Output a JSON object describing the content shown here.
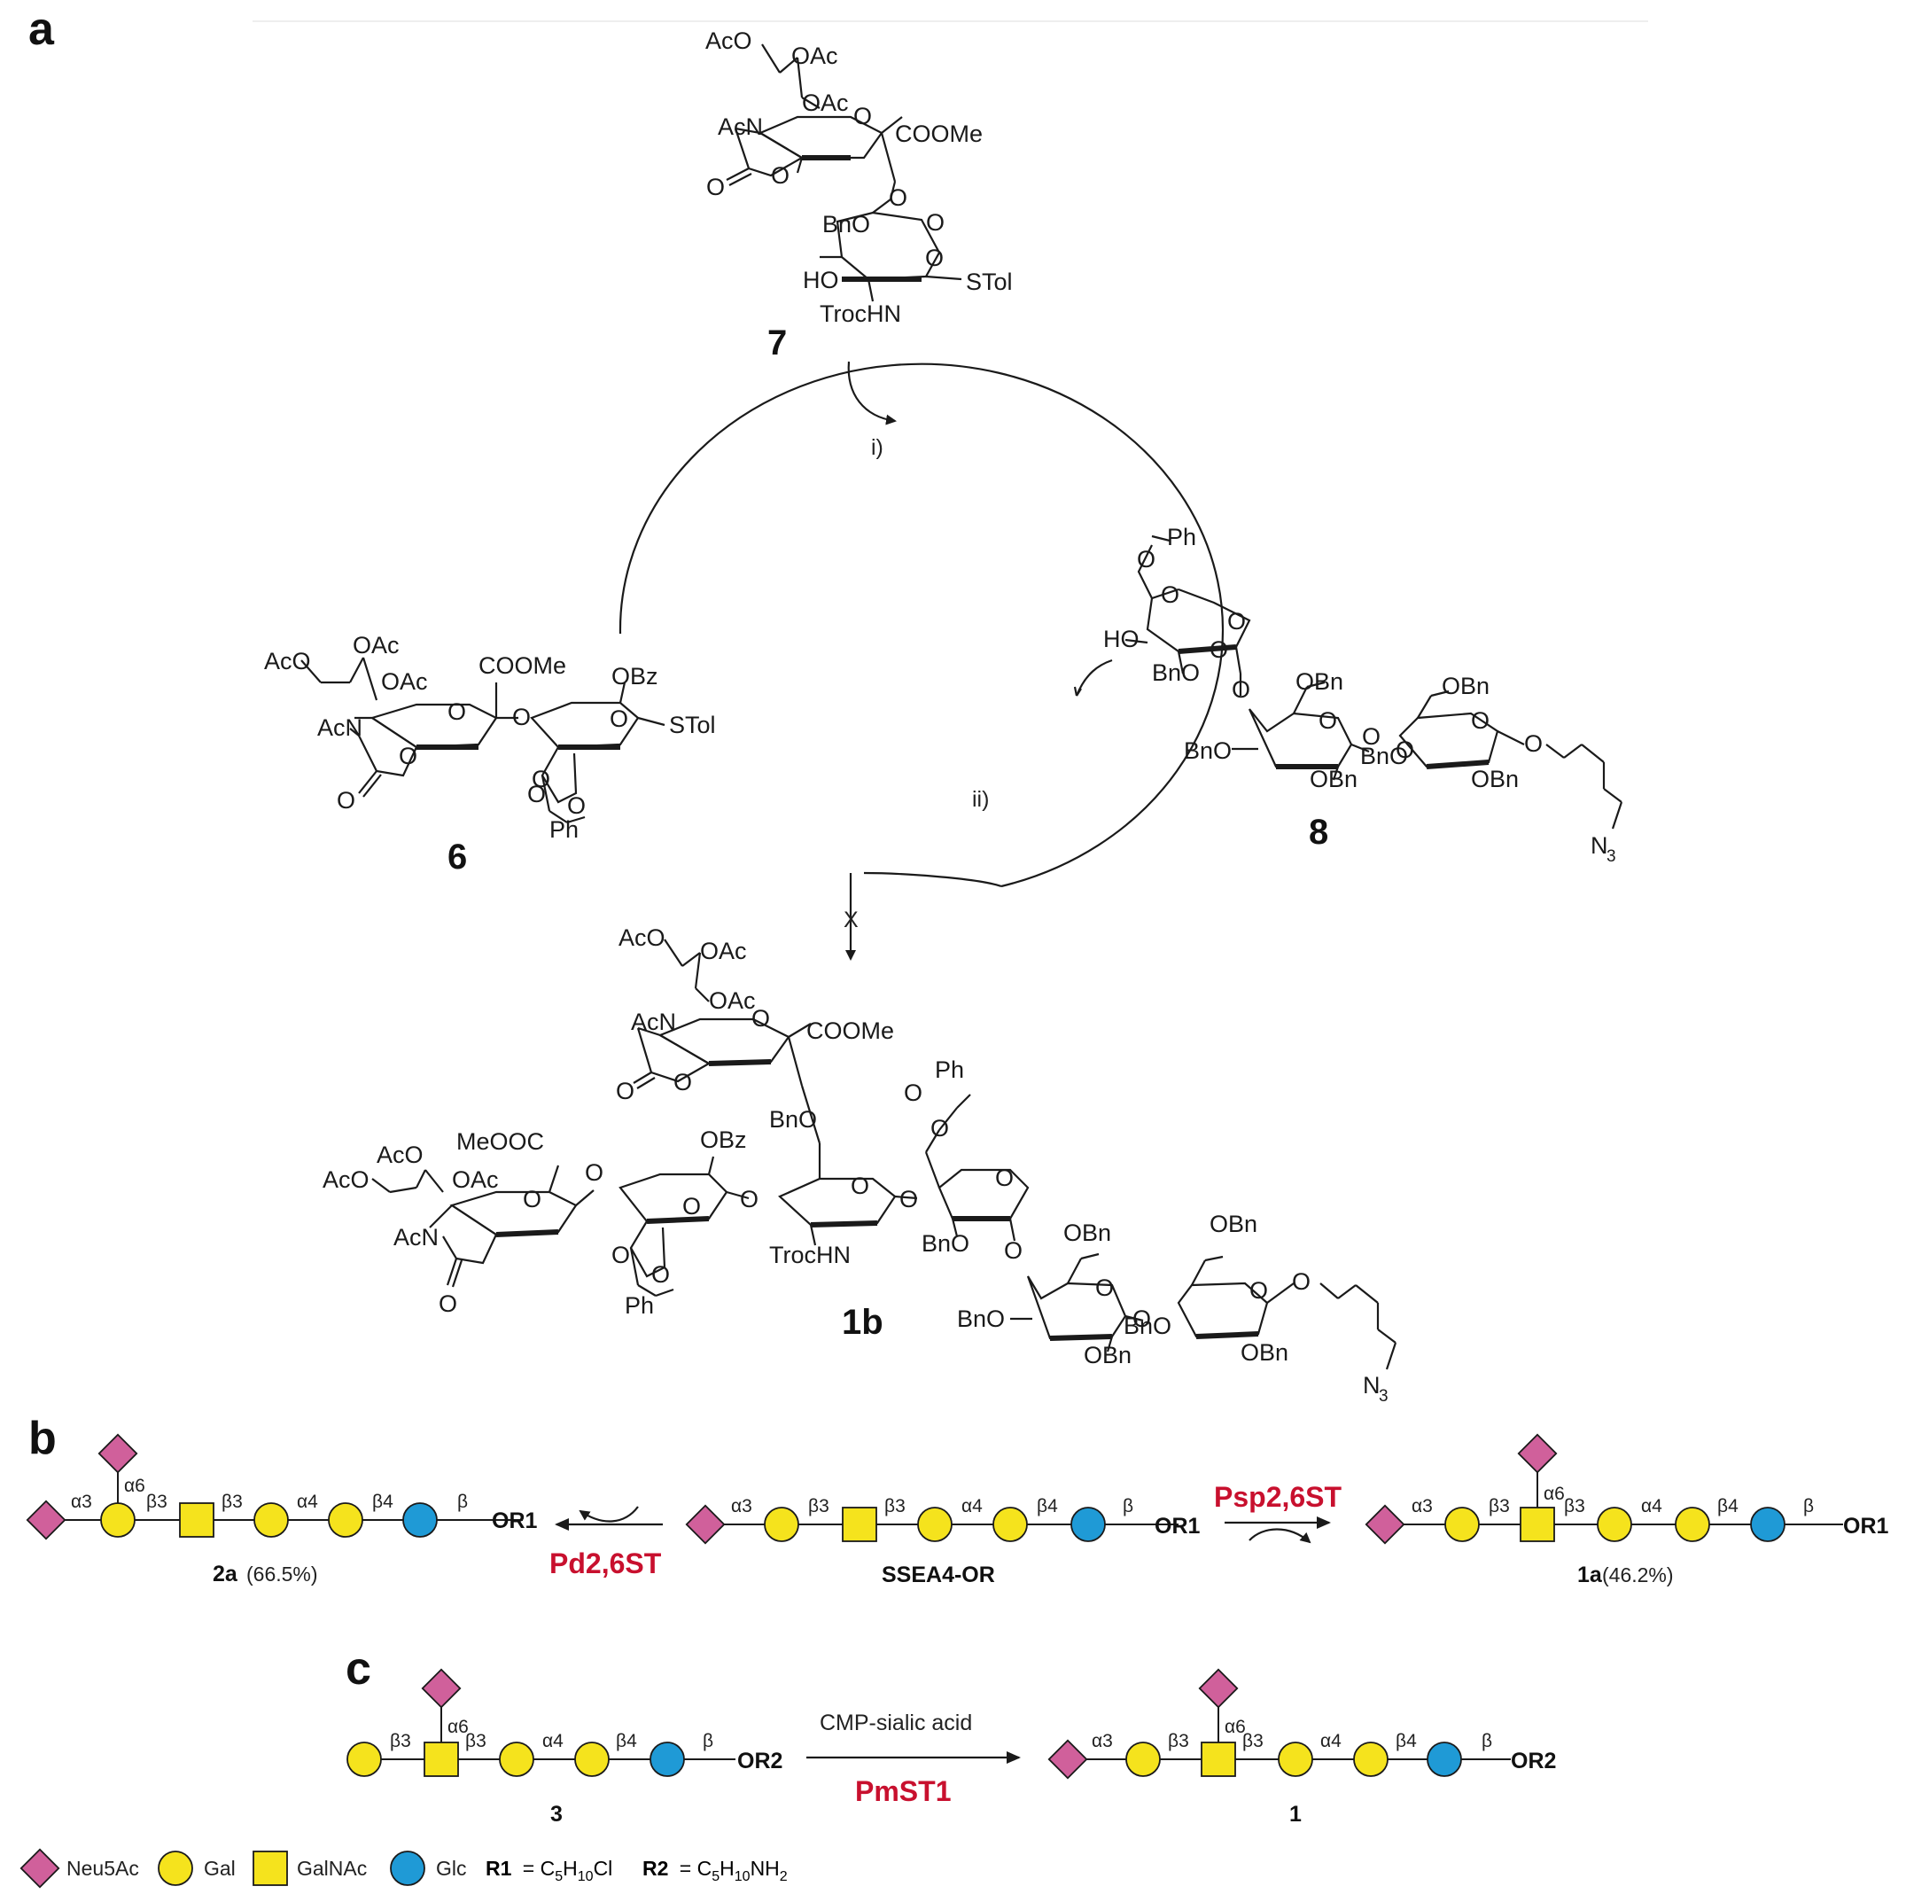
{
  "panels": {
    "a": "a",
    "b": "b",
    "c": "c"
  },
  "compounds": {
    "c7": {
      "id": "7",
      "labels": [
        "AcO",
        "OAc",
        "OAc",
        "AcN",
        "COOMe",
        "O",
        "O",
        "O",
        "O",
        "BnO",
        "O",
        "O",
        "HO",
        "STol",
        "TrocHN"
      ]
    },
    "c6": {
      "id": "6",
      "labels": [
        "AcO",
        "OAc",
        "OAc",
        "COOMe",
        "OBz",
        "AcN",
        "O",
        "O",
        "O",
        "O",
        "STol",
        "O",
        "O",
        "O",
        "O",
        "Ph"
      ]
    },
    "c8": {
      "id": "8",
      "labels": [
        "Ph",
        "O",
        "O",
        "O",
        "HO",
        "O",
        "BnO",
        "O",
        "OBn",
        "OBn",
        "O",
        "O",
        "BnO",
        "O",
        "OBn",
        "BnO",
        "O",
        "OBn",
        "O",
        "N",
        "3"
      ]
    },
    "c1b": {
      "id": "1b",
      "labels": [
        "AcO",
        "OAc",
        "OAc",
        "AcN",
        "COOMe",
        "O",
        "O",
        "O",
        "Ph",
        "O",
        "O",
        "BnO",
        "OBz",
        "AcO",
        "MeOOC",
        "AcO",
        "OAc",
        "O",
        "O",
        "O",
        "O",
        "O",
        "O",
        "AcN",
        "TrocHN",
        "BnO",
        "O",
        "O",
        "O",
        "O",
        "Ph",
        "O",
        "OBn",
        "OBn",
        "O",
        "BnO",
        "O",
        "O",
        "BnO",
        "OBn",
        "OBn",
        "O",
        "N",
        "3"
      ]
    }
  },
  "conditions": {
    "step1": "i)",
    "step2": "ii)",
    "blocked": "X"
  },
  "panel_b": {
    "left_product": {
      "id": "2a",
      "yield": "(66.5%)"
    },
    "center": {
      "id": "SSEA4-OR"
    },
    "right_product": {
      "id": "1a",
      "yield": "(46.2%)"
    },
    "left_enzyme": "Pd2,6ST",
    "right_enzyme": "Psp2,6ST",
    "linkages": {
      "a3": "α3",
      "a6": "α6",
      "b3": "β3",
      "a4": "α4",
      "b4": "β4",
      "b": "β"
    },
    "aglycone": "OR1"
  },
  "panel_c": {
    "substrate": {
      "id": "3"
    },
    "product": {
      "id": "1"
    },
    "reagent": "CMP-sialic acid",
    "enzyme": "PmST1",
    "aglycone": "OR2"
  },
  "legend": {
    "neu5ac": "Neu5Ac",
    "gal": "Gal",
    "galnac": "GalNAc",
    "glc": "Glc",
    "r1_label": "R1",
    "r1_eq": "= C",
    "r1_sub1": "5",
    "r1_mid": "H",
    "r1_sub2": "10",
    "r1_tail": "Cl",
    "r2_label": "R2",
    "r2_eq": "= C",
    "r2_sub1": "5",
    "r2_mid": "H",
    "r2_sub2": "10",
    "r2_tail": "NH",
    "r2_sub3": "2"
  },
  "colors": {
    "neu5ac": "#d0609b",
    "gal": "#f5e31d",
    "galnac": "#f5e31d",
    "glc": "#1f9ad6",
    "enzyme": "#c8102e"
  }
}
